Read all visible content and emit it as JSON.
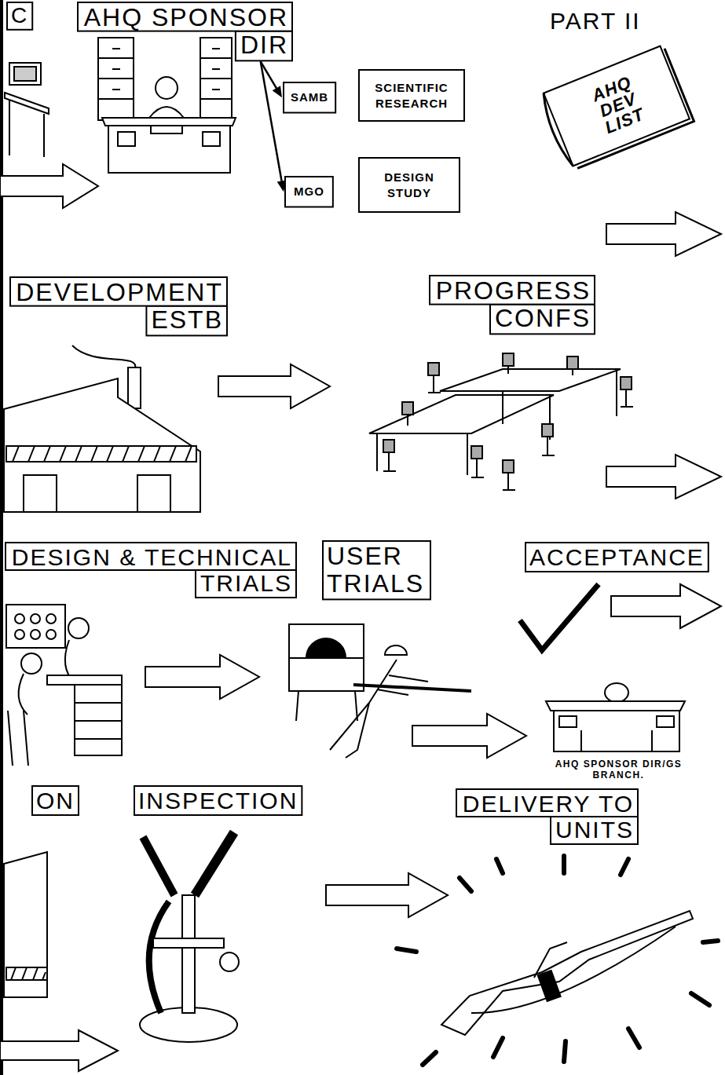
{
  "diagram": {
    "nodes": [
      {
        "text": [
          "C"
        ]
      },
      {
        "text": [
          "AHQ SPONSOR DIR"
        ]
      },
      {
        "text": [
          "SAMB"
        ]
      },
      {
        "text": [
          "SCIENTIFIC RESEARCH"
        ]
      },
      {
        "text": [
          "MGO"
        ]
      },
      {
        "text": [
          "DESIGN STUDY"
        ]
      },
      {
        "text": [
          "DEVELOPMENT ESTB"
        ]
      },
      {
        "text": [
          "PROGRESS CONFS"
        ]
      },
      {
        "text": [
          "DESIGN & TECHNICAL TRIALS"
        ]
      },
      {
        "text": [
          "USER TRIALS"
        ]
      },
      {
        "text": [
          "ACCEPTANCE"
        ]
      },
      {
        "text": [
          "ON"
        ]
      },
      {
        "text": [
          "INSPECTION"
        ]
      },
      {
        "text": [
          "DELIVERY TO UNITS"
        ]
      }
    ],
    "edges": [
      {
        "from": 1,
        "to": 2,
        "arrow": "to"
      },
      {
        "from": 1,
        "to": 4,
        "arrow": "to"
      }
    ],
    "labels": [
      "PART II",
      "AHQ DEV LIST",
      "AHQ SPONSOR DIR/GS BRANCH."
    ]
  }
}
